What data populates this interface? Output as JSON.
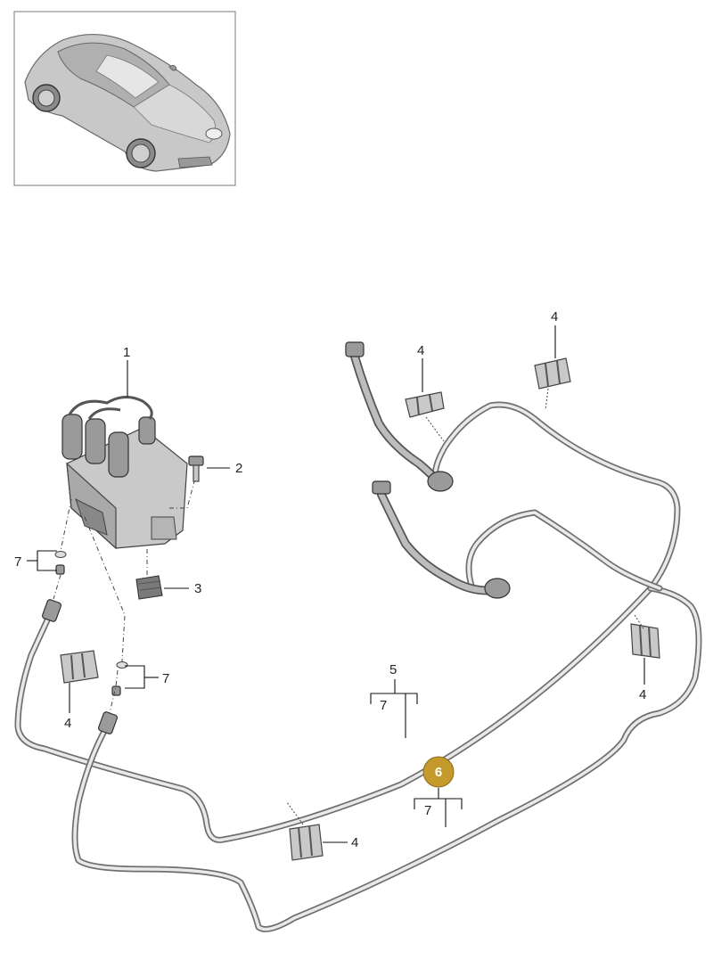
{
  "diagram": {
    "callouts": {
      "c1": "1",
      "c2": "2",
      "c3": "3",
      "c4a": "4",
      "c4b": "4",
      "c4c": "4",
      "c4d": "4",
      "c4e": "4",
      "c5": "5",
      "c6": "6",
      "c7a": "7",
      "c7b": "7",
      "c7c": "7",
      "c7d": "7"
    },
    "colors": {
      "highlight_badge": "#c49a2c",
      "pipe": "#e9e9e9",
      "outline": "#6f6f6f"
    },
    "thumbnail_icon": "car-thumbnail-icon"
  }
}
